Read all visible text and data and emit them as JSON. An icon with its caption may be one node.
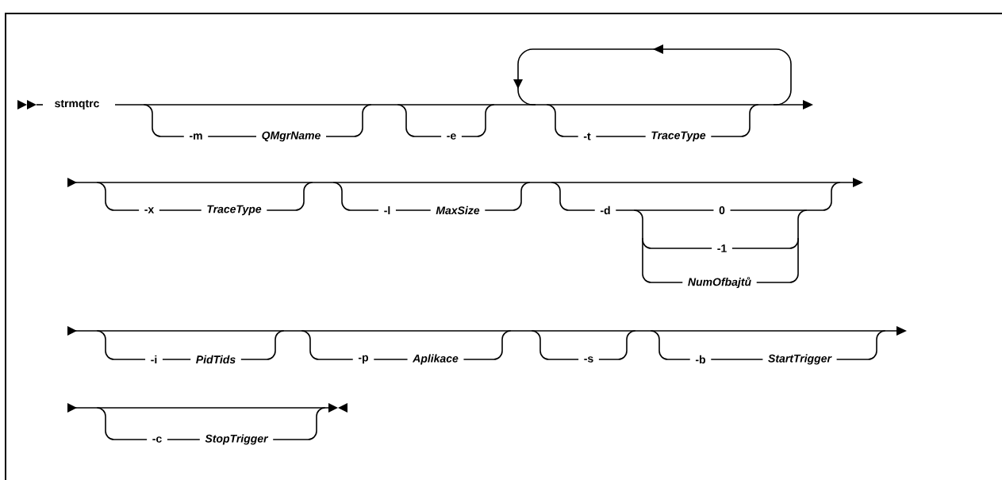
{
  "diagram": {
    "labels": [
      "strmqtrc",
      "-m",
      "QMgrName",
      "-e",
      "-t",
      "TraceType",
      "-x",
      "TraceType",
      "-l",
      "MaxSize",
      "-d",
      "0",
      "-1",
      "NumOfbajtů",
      "-i",
      "PidTids",
      "-p",
      "Aplikace",
      "-s",
      "-b",
      "StartTrigger",
      "-c",
      "StopTrigger"
    ]
  }
}
